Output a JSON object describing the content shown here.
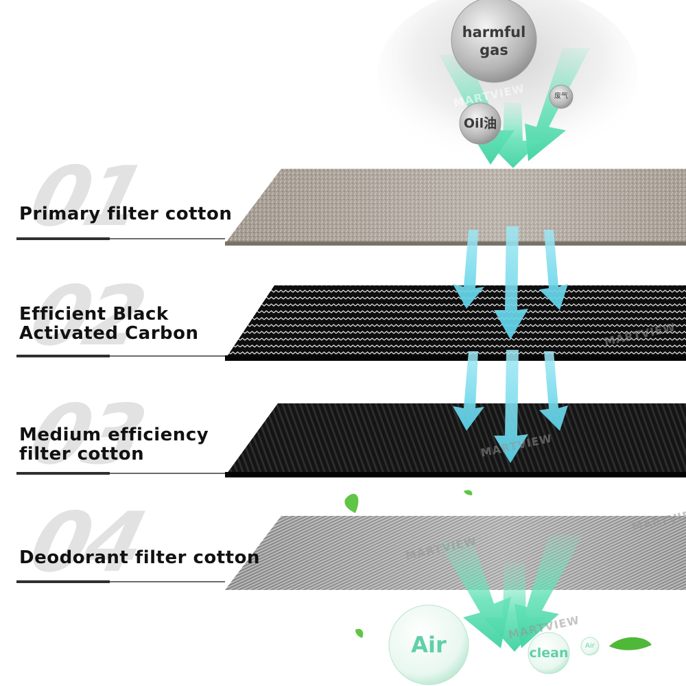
{
  "top_bubbles": {
    "harmful_gas_line1": "harmful",
    "harmful_gas_line2": "gas",
    "oil": "Oil油",
    "waste_gas": "废气"
  },
  "layers": [
    {
      "number": "01",
      "label_line1": "Primary filter cotton",
      "label_line2": ""
    },
    {
      "number": "02",
      "label_line1": "Efficient Black",
      "label_line2": "Activated Carbon"
    },
    {
      "number": "03",
      "label_line1": "Medium efficiency",
      "label_line2": "filter cotton"
    },
    {
      "number": "04",
      "label_line1": "Deodorant filter cotton",
      "label_line2": ""
    }
  ],
  "bottom_bubbles": {
    "air_large": "Air",
    "clean": "clean",
    "air_small": "Air"
  },
  "watermark": "MARTVIEW",
  "colors": {
    "flow_green": "#5fe0b4",
    "flow_cyan": "#6fd6e8",
    "label_text": "#111111",
    "number_ghost": "#e2e2e2"
  }
}
